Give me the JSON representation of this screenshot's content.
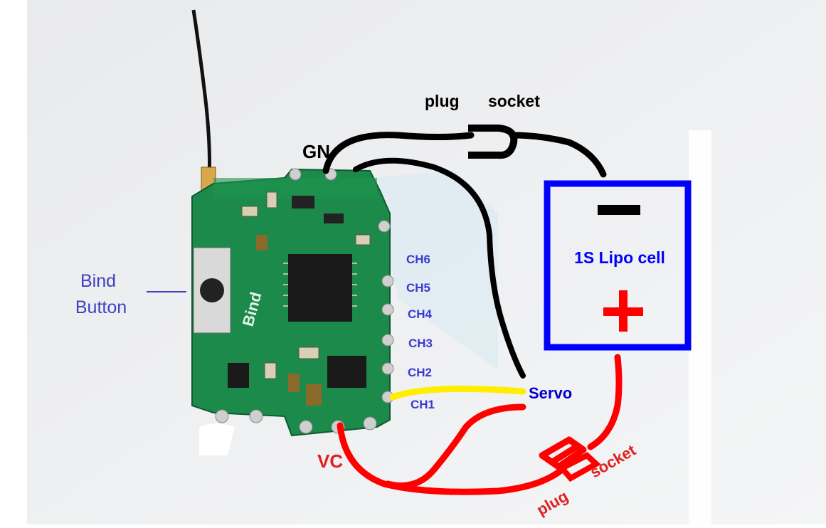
{
  "labels": {
    "gnd": "GN",
    "vcc": "VC",
    "bind_button": [
      "Bind",
      "Button"
    ],
    "board_silk": "Bind",
    "channels": [
      "CH6",
      "CH5",
      "CH4",
      "CH3",
      "CH2",
      "CH1"
    ],
    "servo": "Servo",
    "battery": "1S Lipo cell",
    "minus": "−",
    "plus": "+",
    "top_plug": "plug",
    "top_socket": "socket",
    "bottom_plug": "plug",
    "bottom_socket": "socket"
  },
  "colors": {
    "negative_wire": "#000000",
    "positive_wire": "#ff0000",
    "signal_wire": "#ffee00",
    "battery_outline": "#0000ff",
    "label_blue": "#3f3fc0",
    "pcb": "#1c8a4a"
  }
}
